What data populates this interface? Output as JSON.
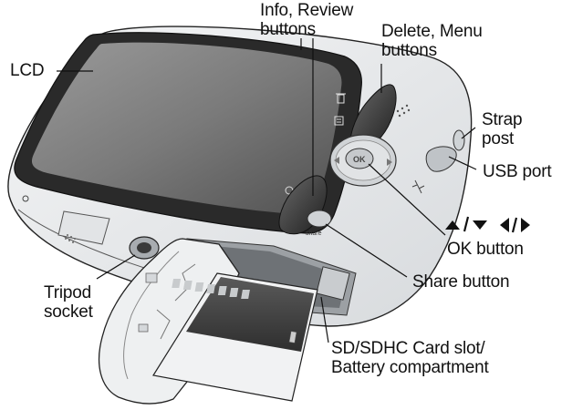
{
  "labels": {
    "info_review": [
      "Info, Review",
      "buttons"
    ],
    "delete_menu": [
      "Delete, Menu",
      "buttons"
    ],
    "lcd": "LCD",
    "strap_post": [
      "Strap",
      "post"
    ],
    "usb_port": "USB port",
    "ok_button": "OK button",
    "share_button": "Share button",
    "tripod_socket": [
      "Tripod",
      "socket"
    ],
    "card_slot": [
      "SD/SDHC Card slot/",
      "Battery compartment"
    ]
  },
  "camera_marks": {
    "ok": "OK",
    "share": "share"
  },
  "colors": {
    "body": "#e8eaec",
    "lcd": "#6e6e6e",
    "buttons": "#3a3a3a",
    "lines": "#111111"
  },
  "icons": [
    "trash-icon",
    "menu-icon",
    "info-icon",
    "review-icon",
    "usb-icon",
    "speaker-grille-icon",
    "up-down-arrows-icon",
    "left-right-arrows-icon",
    "sd-card-icon"
  ]
}
